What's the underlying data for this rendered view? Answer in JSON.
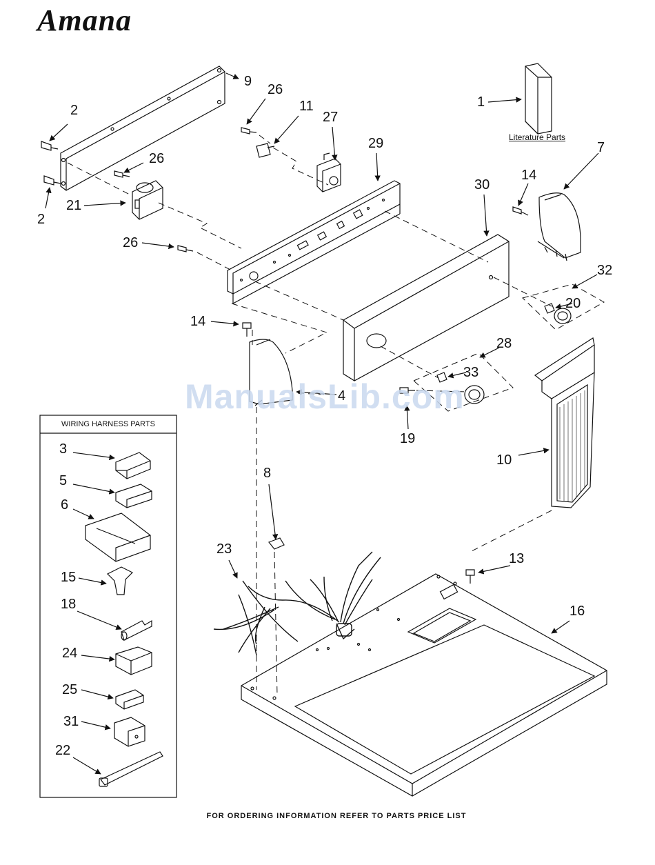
{
  "brand": "Amana",
  "literature_label": "Literature Parts",
  "watermark": "ManualsLib.com",
  "wiring_box_title": "WIRING HARNESS PARTS",
  "footer": "FOR ORDERING INFORMATION REFER TO PARTS PRICE LIST",
  "callouts": {
    "c1": "1",
    "c2a": "2",
    "c2b": "2",
    "c3": "3",
    "c4": "4",
    "c5": "5",
    "c6": "6",
    "c7": "7",
    "c8": "8",
    "c9": "9",
    "c10": "10",
    "c11": "11",
    "c13": "13",
    "c14a": "14",
    "c14b": "14",
    "c15": "15",
    "c16": "16",
    "c18": "18",
    "c19": "19",
    "c20": "20",
    "c21": "21",
    "c22": "22",
    "c23": "23",
    "c24": "24",
    "c25": "25",
    "c26a": "26",
    "c26b": "26",
    "c26c": "26",
    "c27": "27",
    "c28": "28",
    "c29": "29",
    "c30": "30",
    "c31": "31",
    "c32": "32",
    "c33": "33"
  }
}
